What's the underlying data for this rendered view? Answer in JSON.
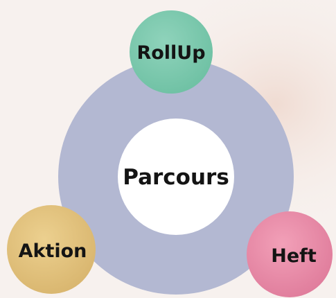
{
  "diagram": {
    "center": {
      "label": "Parcours",
      "fill": "#ffffff"
    },
    "ring": {
      "fill": "#b3b8d2"
    },
    "nodes": [
      {
        "label": "RollUp",
        "fill": "#8fd3bb",
        "edge": "#6fc1a4"
      },
      {
        "label": "Aktion",
        "fill": "#ecd08f",
        "edge": "#d9b66f"
      },
      {
        "label": "Heft",
        "fill": "#f2a0b8",
        "edge": "#e07d9c"
      }
    ]
  },
  "colors": {
    "background": "#f7f1ee",
    "text": "#141414"
  }
}
